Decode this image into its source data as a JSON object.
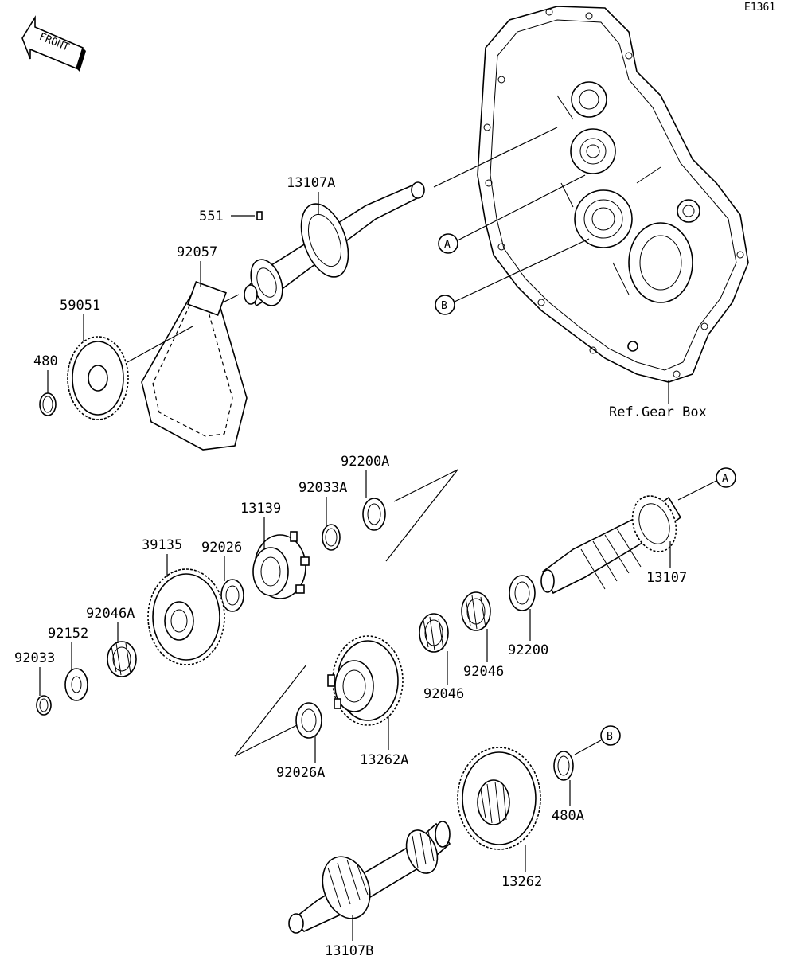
{
  "diagram_id": "E1361",
  "front_arrow": "FRONT",
  "ref_label": "Ref.Gear Box",
  "callout_a": "A",
  "callout_b": "B",
  "parts": {
    "p13107A": "13107A",
    "p551": "551",
    "p92057": "92057",
    "p59051": "59051",
    "p480": "480",
    "p92200A": "92200A",
    "p92033A": "92033A",
    "p13139": "13139",
    "p39135": "39135",
    "p92026": "92026",
    "p92046A": "92046A",
    "p92152": "92152",
    "p92033": "92033",
    "p13107": "13107",
    "p92200": "92200",
    "p92046a": "92046",
    "p92046b": "92046",
    "p13262A": "13262A",
    "p92026A": "92026A",
    "p480A": "480A",
    "p13262": "13262",
    "p13107B": "13107B"
  }
}
